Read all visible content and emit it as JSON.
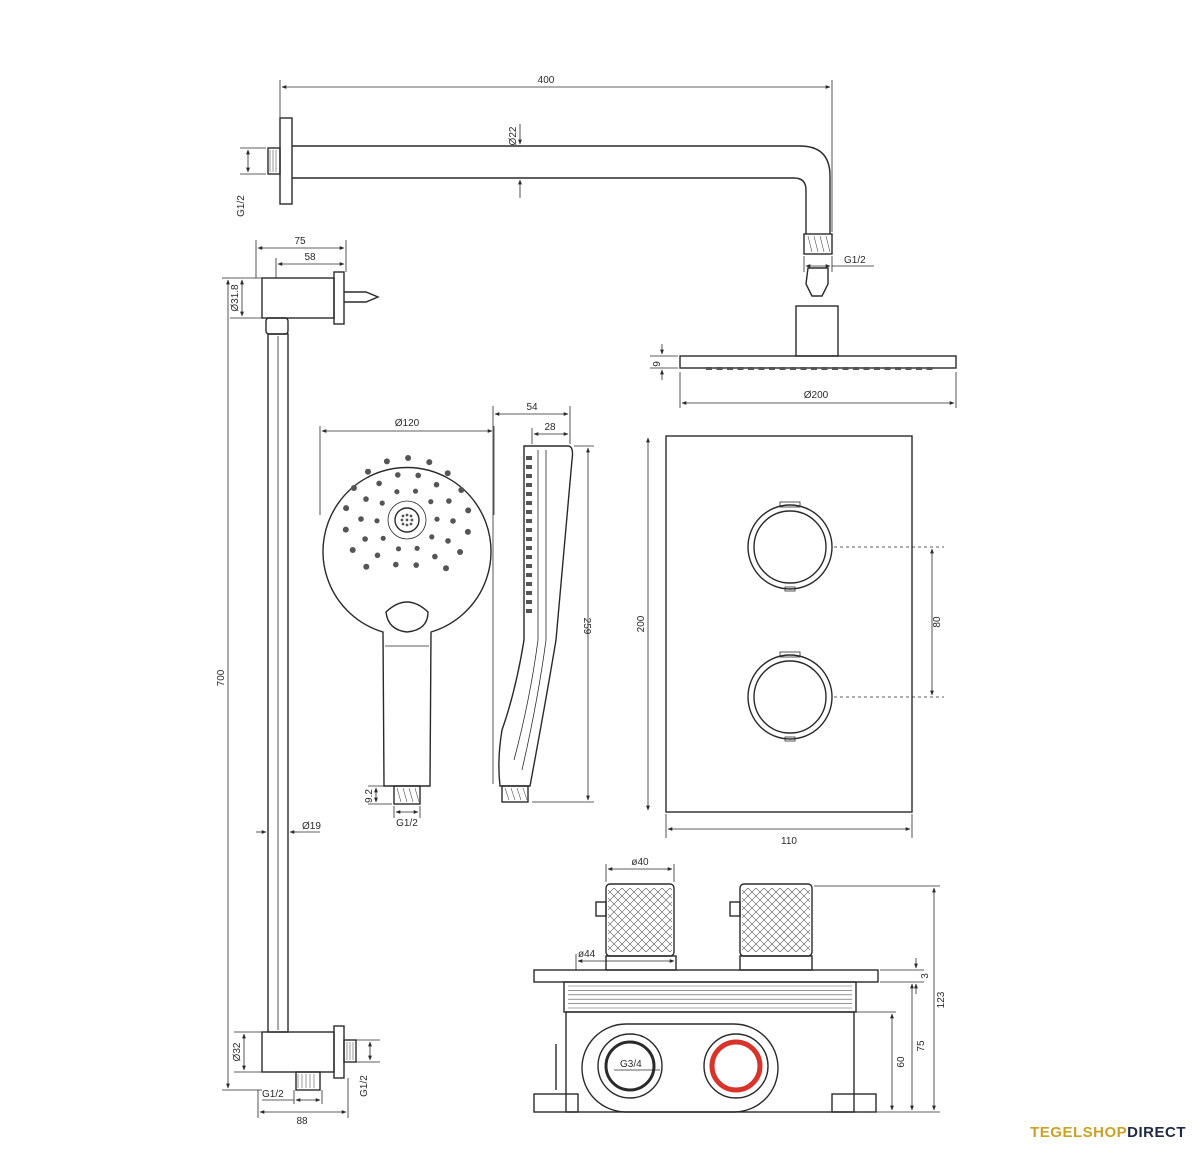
{
  "dimensions": {
    "arm_length": "400",
    "arm_diameter": "Ø22",
    "wall_thread": "G1/2",
    "head_thread": "G1/2",
    "head_thickness": "9",
    "head_diameter": "Ø200",
    "bracket_75": "75",
    "bracket_58": "58",
    "bar_top_diameter": "Ø31.8",
    "rail_length": "700",
    "rail_diameter": "Ø19",
    "bottom_diameter": "Ø32",
    "bottom_thread_left": "G1/2",
    "bottom_thread_right": "G1/2",
    "bottom_width": "88",
    "hand_diameter": "Ø120",
    "hand_thread": "G1/2",
    "hand_thread_len": "9.2",
    "side_depth": "54",
    "side_thickness": "28",
    "side_length": "259",
    "plate_height": "200",
    "plate_width": "110",
    "knob_spacing": "80",
    "knob_diameter": "ø40",
    "rosette_diameter": "ø44",
    "box_thread": "G3/4",
    "plate_thickness": "3",
    "total_depth": "123",
    "depth_75": "75",
    "depth_60": "60"
  },
  "brand": {
    "part1": "TEGELSHOP",
    "part2": "DIRECT",
    "color1": "#c9a227",
    "color2": "#1e2a44"
  },
  "colors": {
    "line": "#2a2a2a",
    "hot_ring": "#d9342b"
  }
}
